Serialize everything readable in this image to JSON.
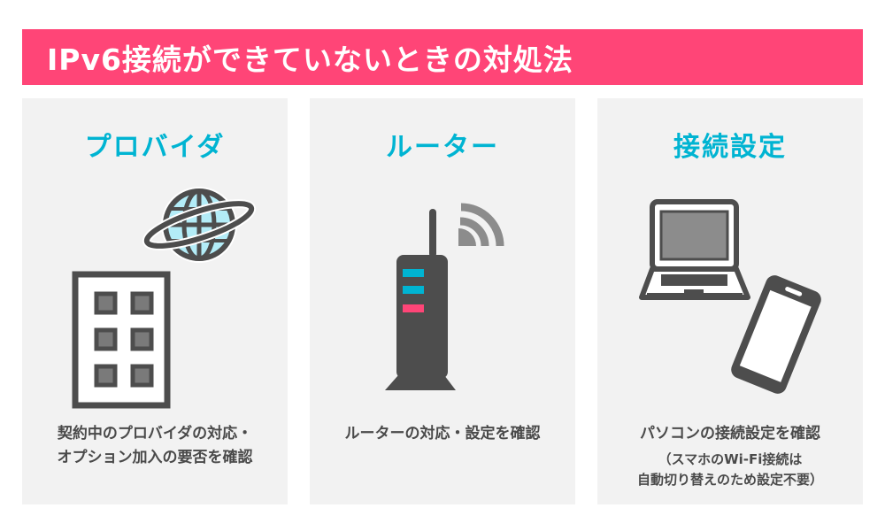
{
  "header": {
    "title": "IPv6接続ができていないときの対処法",
    "background_color": "#ff4577",
    "text_color": "#ffffff"
  },
  "colors": {
    "heading": "#00b4d2",
    "panel_bg": "#f2f2f2",
    "icon_dark": "#4d4d4d",
    "icon_gray": "#8c8c8c",
    "globe_fill": "#b3ecf7",
    "led_cyan": "#00b4d2",
    "led_pink": "#ff4577"
  },
  "panels": [
    {
      "heading": "プロバイダ",
      "icon": "building-and-globe-icon",
      "desc_lines": [
        "契約中のプロバイダの対応・",
        "オプション加入の要否を確認"
      ]
    },
    {
      "heading": "ルーター",
      "icon": "wifi-router-icon",
      "desc_lines": [
        "ルーターの対応・設定を確認"
      ]
    },
    {
      "heading": "接続設定",
      "icon": "laptop-and-smartphone-icon",
      "desc_lines": [
        "パソコンの接続設定を確認"
      ],
      "note_lines": [
        "（スマホのWi-Fi接続は",
        "自動切り替えのため設定不要）"
      ]
    }
  ]
}
